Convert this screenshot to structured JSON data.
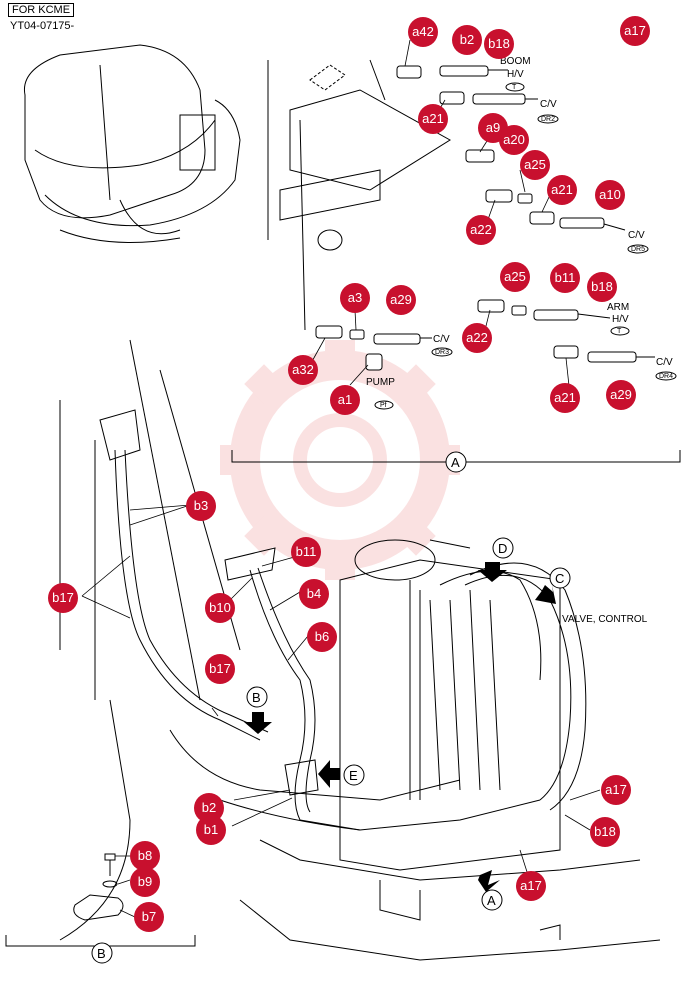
{
  "header": {
    "tag": "FOR KCME",
    "code": "YT04-07175-"
  },
  "callouts": {
    "a42": "a42",
    "b2": "b2",
    "b18": "b18",
    "a17": "a17",
    "a21": "a21",
    "a9": "a9",
    "a20": "a20",
    "a25": "a25",
    "a10": "a10",
    "a22": "a22",
    "a3": "a3",
    "a29": "a29",
    "a32": "a32",
    "a1": "a1",
    "b11": "b11",
    "b3": "b3",
    "b17": "b17",
    "b10": "b10",
    "b4": "b4",
    "b6": "b6",
    "b1": "b1",
    "b8": "b8",
    "b9": "b9",
    "b7": "b7"
  },
  "labels": {
    "boom": "BOOM",
    "hv": "H/V",
    "t": "T",
    "cv": "C/V",
    "dr2": "DR2",
    "dr5": "DR5",
    "arm": "ARM",
    "dr3": "DR3",
    "dr4": "DR4",
    "pump": "PUMP",
    "pf": "Pf",
    "valve_control": "VALVE, CONTROL"
  },
  "views": {
    "A": "A",
    "B": "B",
    "C": "C",
    "D": "D",
    "E": "E"
  },
  "colors": {
    "callout": "#c8102e",
    "watermark": "#f6c9c9"
  }
}
